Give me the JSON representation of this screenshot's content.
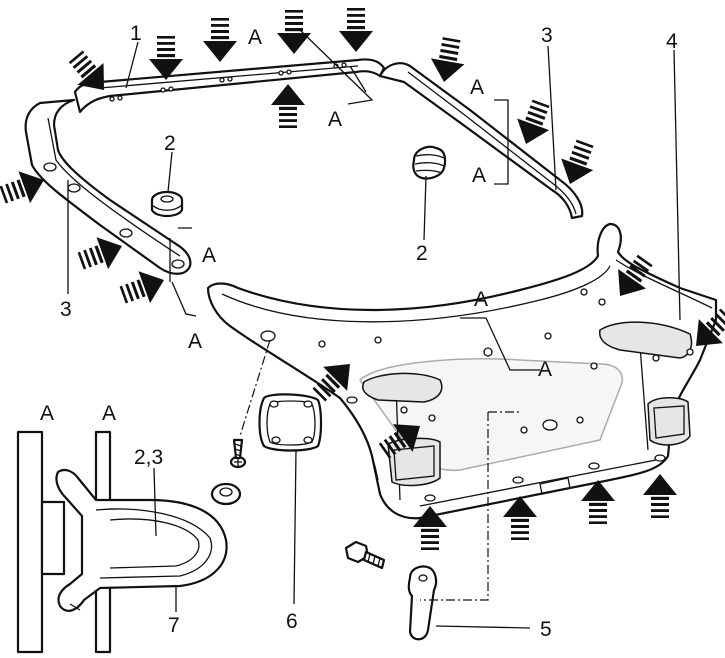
{
  "labels": {
    "n1": "1",
    "n2_left": "2",
    "n2_right": "2",
    "n3_right": "3",
    "n3_left": "3",
    "n4": "4",
    "n5": "5",
    "n6": "6",
    "n7": "7",
    "n23": "2,3",
    "a_top": "A",
    "a_top2": "A",
    "a_right1": "A",
    "a_right2": "A",
    "a_left1": "A",
    "a_left2": "A",
    "a_center1": "A",
    "a_center2": "A",
    "a_detail1": "A",
    "a_detail2": "A"
  },
  "colors": {
    "ink": "#111111",
    "paper": "#ffffff",
    "shade": "#e6e6e6"
  },
  "icons": [
    "push-arrow-icon"
  ]
}
